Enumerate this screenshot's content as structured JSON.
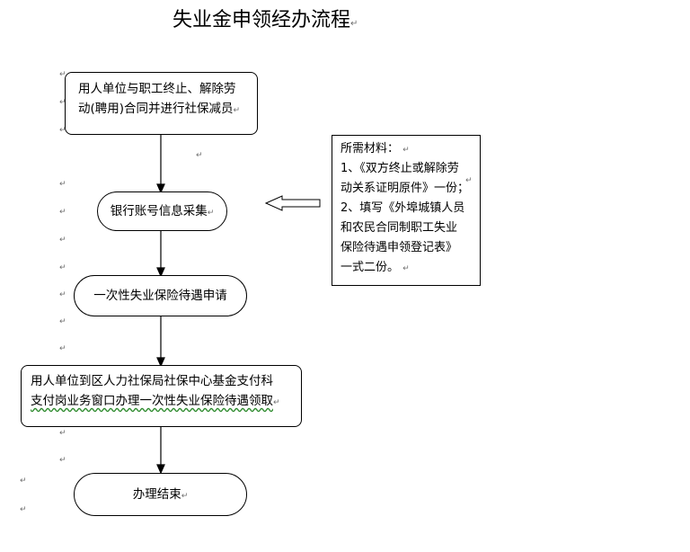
{
  "title": "失业金申领经办流程",
  "para_mark": "↵",
  "steps": [
    {
      "lines": [
        "用人单位与职工终止、解除劳",
        "动(聘用)合同并进行社保减员"
      ]
    },
    {
      "lines": [
        "银行账号信息采集"
      ]
    },
    {
      "lines": [
        "一次性失业保险待遇申请"
      ]
    },
    {
      "lines": [
        "用人单位到区人力社保局社保中心基金支付科",
        "支付岗业务窗口办理一次性失业保险待遇领取"
      ]
    },
    {
      "lines": [
        "办理结束"
      ]
    }
  ],
  "materials": {
    "heading": "所需材料：",
    "lines": [
      "1、《双方终止或解除劳",
      "动关系证明原件》一份；",
      "2、填写《外埠城镇人员",
      "和农民合同制职工失业",
      "保险待遇申领登记表》",
      "一式二份。"
    ]
  }
}
